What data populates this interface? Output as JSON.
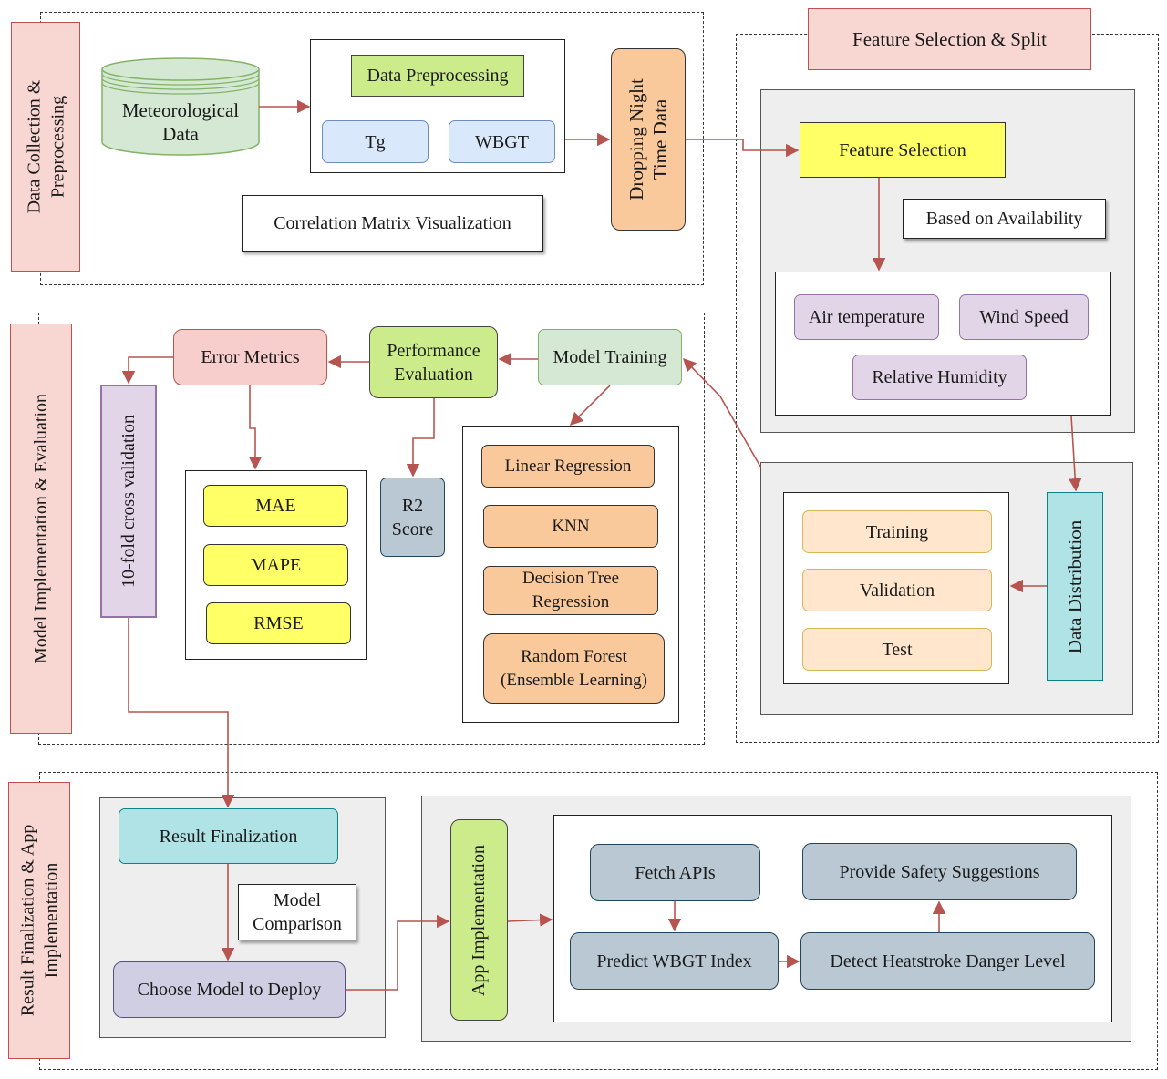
{
  "sections": {
    "data_collection": "Data Collection &\nPreprocessing",
    "feature_selection": "Feature Selection & Split",
    "model_impl": "Model Implementation & Evaluation",
    "result_final": "Result Finalization & App\nImplementation"
  },
  "nodes": {
    "meteorological": "Meteorological\nData",
    "data_preprocessing": "Data Preprocessing",
    "tg": "Tg",
    "wbgt": "WBGT",
    "correlation": "Correlation Matrix Visualization",
    "dropping_night": "Dropping Night\nTime Data",
    "feature_selection": "Feature Selection",
    "based_on_availability": "Based on Availability",
    "air_temperature": "Air temperature",
    "wind_speed": "Wind Speed",
    "relative_humidity": "Relative Humidity",
    "data_distribution": "Data Distribution",
    "training": "Training",
    "validation": "Validation",
    "test": "Test",
    "model_training": "Model Training",
    "performance_evaluation": "Performance\nEvaluation",
    "error_metrics": "Error Metrics",
    "cross_validation": "10-fold cross validation",
    "mae": "MAE",
    "mape": "MAPE",
    "rmse": "RMSE",
    "r2": "R2\nScore",
    "linear_regression": "Linear Regression",
    "knn": "KNN",
    "decision_tree": "Decision Tree\nRegression",
    "random_forest": "Random Forest\n(Ensemble Learning)",
    "result_finalization": "Result Finalization",
    "model_comparison": "Model\nComparison",
    "choose_model": "Choose Model to Deploy",
    "app_implementation": "App Implementation",
    "fetch_apis": "Fetch APIs",
    "predict_wbgt": "Predict WBGT Index",
    "detect_heatstroke": "Detect Heatstroke Danger Level",
    "safety_suggestions": "Provide Safety Suggestions"
  },
  "colors": {
    "arrow": "#b85450",
    "section_label_fill": "#f8d7d3",
    "yellow": "#ffff66",
    "orange": "#fac99b",
    "purple": "#e1d5e7",
    "teal": "#b0e3e6",
    "slate": "#bac8d3"
  }
}
